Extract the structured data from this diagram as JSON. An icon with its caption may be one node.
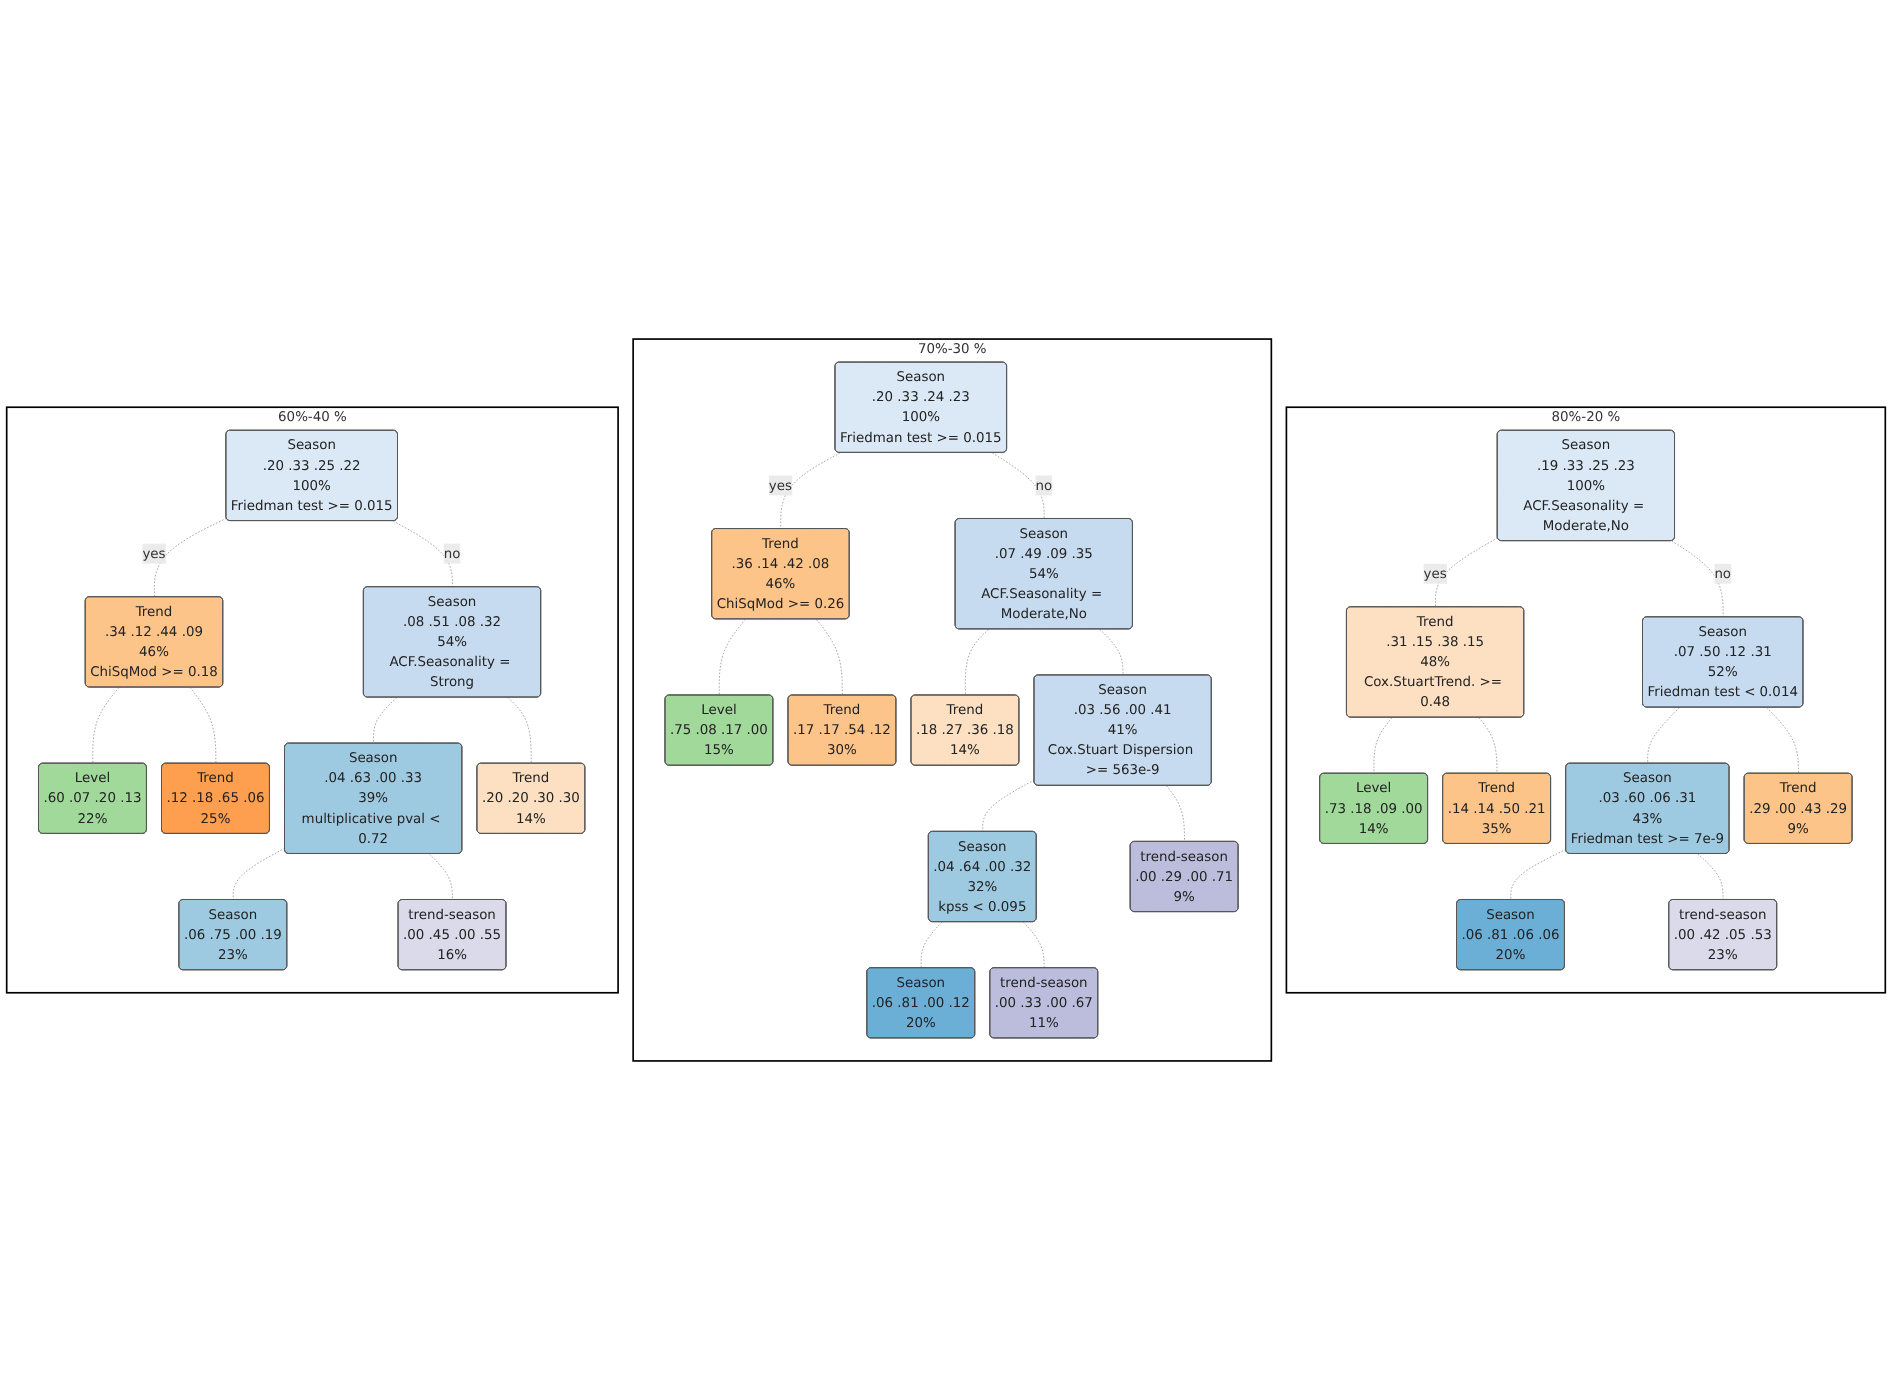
{
  "diagram": {
    "nodes": [
      {
        "text": [
          "60%-40 %"
        ]
      },
      {
        "text": [
          "Season",
          ".20 .33 .25 .22",
          "100%",
          "Friedman test >= 0.015"
        ],
        "in": 0
      },
      {
        "text": [
          "Trend",
          ".34 .12 .44 .09",
          "46%",
          "ChiSqMod >= 0.18"
        ],
        "in": 0
      },
      {
        "text": [
          "Season",
          ".08 .51 .08 .32",
          "54%",
          "ACF.Seasonality = Strong"
        ],
        "in": 0
      },
      {
        "text": [
          "Season",
          ".04 .63 .00 .33",
          "39%",
          "multiplicative pval < 0.72"
        ],
        "in": 0
      },
      {
        "text": [
          "Level",
          ".60 .07 .20 .13",
          "22%"
        ],
        "in": 0
      },
      {
        "text": [
          "Trend",
          ".12 .18 .65 .06",
          "25%"
        ],
        "in": 0
      },
      {
        "text": [
          "Season",
          ".06 .75 .00 .19",
          "23%"
        ],
        "in": 0
      },
      {
        "text": [
          "trend-season",
          ".00 .45 .00 .55",
          "16%"
        ],
        "in": 0
      },
      {
        "text": [
          "Trend",
          ".20 .20 .30 .30",
          "14%"
        ],
        "in": 0
      },
      {
        "text": [
          "70%-30 %"
        ]
      },
      {
        "text": [
          "Season",
          ".20 .33 .24 .23",
          "100%",
          "Friedman test >= 0.015"
        ],
        "in": 10
      },
      {
        "text": [
          "Trend",
          ".36 .14 .42 .08",
          "46%",
          "ChiSqMod >= 0.26"
        ],
        "in": 10
      },
      {
        "text": [
          "Season",
          ".07 .49 .09 .35",
          "54%",
          "ACF.Seasonality = Moderate,No"
        ],
        "in": 10
      },
      {
        "text": [
          "Season",
          ".03 .56 .00 .41",
          "41%",
          "Cox.Stuart Dispersion >= 563e-9"
        ],
        "in": 10
      },
      {
        "text": [
          "Season",
          ".04 .64 .00 .32",
          "32%",
          "kpss < 0.095"
        ],
        "in": 10
      },
      {
        "text": [
          "Level",
          ".75 .08 .17 .00",
          "15%"
        ],
        "in": 10
      },
      {
        "text": [
          "Trend",
          ".17 .17 .54 .12",
          "30%"
        ],
        "in": 10
      },
      {
        "text": [
          "Trend",
          ".18 .27 .36 .18",
          "14%"
        ],
        "in": 10
      },
      {
        "text": [
          "Season",
          ".06 .81 .00 .12",
          "20%"
        ],
        "in": 10
      },
      {
        "text": [
          "trend-season",
          ".00 .33 .00 .67",
          "11%"
        ],
        "in": 10
      },
      {
        "text": [
          "trend-season",
          ".00 .29 .00 .71",
          "9%"
        ],
        "in": 10
      },
      {
        "text": [
          "80%-20 %"
        ]
      },
      {
        "text": [
          "Season",
          ".19 .33 .25 .23",
          "100%",
          "ACF.Seasonality = Moderate,No"
        ],
        "in": 22
      },
      {
        "text": [
          "Trend",
          ".31 .15 .38 .15",
          "48%",
          "Cox.StuartTrend. >= 0.48"
        ],
        "in": 22
      },
      {
        "text": [
          "Season",
          ".07 .50 .12 .31",
          "52%",
          "Friedman test < 0.014"
        ],
        "in": 22
      },
      {
        "text": [
          "Season",
          ".03 .60 .06 .31",
          "43%",
          "Friedman test >= 7e-9"
        ],
        "in": 22
      },
      {
        "text": [
          "Level",
          ".73 .18 .09 .00",
          "14%"
        ],
        "in": 22
      },
      {
        "text": [
          "Trend",
          ".14 .14 .50 .21",
          "35%"
        ],
        "in": 22
      },
      {
        "text": [
          "Season",
          ".06 .81 .06 .06",
          "20%"
        ],
        "in": 22
      },
      {
        "text": [
          "trend-season",
          ".00 .42 .05 .53",
          "23%"
        ],
        "in": 22
      },
      {
        "text": [
          "Trend",
          ".29 .00 .43 .29",
          "9%"
        ],
        "in": 22
      }
    ],
    "edges": [
      {
        "from": 1,
        "to": 2,
        "arrow": "none",
        "style": "dashed",
        "label": "yes"
      },
      {
        "from": 1,
        "to": 3,
        "arrow": "none",
        "style": "dashed",
        "label": "no"
      },
      {
        "from": 2,
        "to": 5,
        "arrow": "none",
        "style": "dashed"
      },
      {
        "from": 2,
        "to": 6,
        "arrow": "none",
        "style": "dashed"
      },
      {
        "from": 3,
        "to": 4,
        "arrow": "none",
        "style": "dashed"
      },
      {
        "from": 3,
        "to": 9,
        "arrow": "none",
        "style": "dashed"
      },
      {
        "from": 4,
        "to": 7,
        "arrow": "none",
        "style": "dashed"
      },
      {
        "from": 4,
        "to": 8,
        "arrow": "none",
        "style": "dashed"
      },
      {
        "from": 11,
        "to": 12,
        "arrow": "none",
        "style": "dashed",
        "label": "yes"
      },
      {
        "from": 11,
        "to": 13,
        "arrow": "none",
        "style": "dashed",
        "label": "no"
      },
      {
        "from": 12,
        "to": 16,
        "arrow": "none",
        "style": "dashed"
      },
      {
        "from": 12,
        "to": 17,
        "arrow": "none",
        "style": "dashed"
      },
      {
        "from": 13,
        "to": 18,
        "arrow": "none",
        "style": "dashed"
      },
      {
        "from": 13,
        "to": 14,
        "arrow": "none",
        "style": "dashed"
      },
      {
        "from": 14,
        "to": 15,
        "arrow": "none",
        "style": "dashed"
      },
      {
        "from": 14,
        "to": 21,
        "arrow": "none",
        "style": "dashed"
      },
      {
        "from": 15,
        "to": 19,
        "arrow": "none",
        "style": "dashed"
      },
      {
        "from": 15,
        "to": 20,
        "arrow": "none",
        "style": "dashed"
      },
      {
        "from": 23,
        "to": 24,
        "arrow": "none",
        "style": "dashed",
        "label": "yes"
      },
      {
        "from": 23,
        "to": 25,
        "arrow": "none",
        "style": "dashed",
        "label": "no"
      },
      {
        "from": 24,
        "to": 27,
        "arrow": "none",
        "style": "dashed"
      },
      {
        "from": 24,
        "to": 28,
        "arrow": "none",
        "style": "dashed"
      },
      {
        "from": 25,
        "to": 26,
        "arrow": "none",
        "style": "dashed"
      },
      {
        "from": 25,
        "to": 31,
        "arrow": "none",
        "style": "dashed"
      },
      {
        "from": 26,
        "to": 29,
        "arrow": "none",
        "style": "dashed"
      },
      {
        "from": 26,
        "to": 30,
        "arrow": "none",
        "style": "dashed"
      }
    ]
  }
}
